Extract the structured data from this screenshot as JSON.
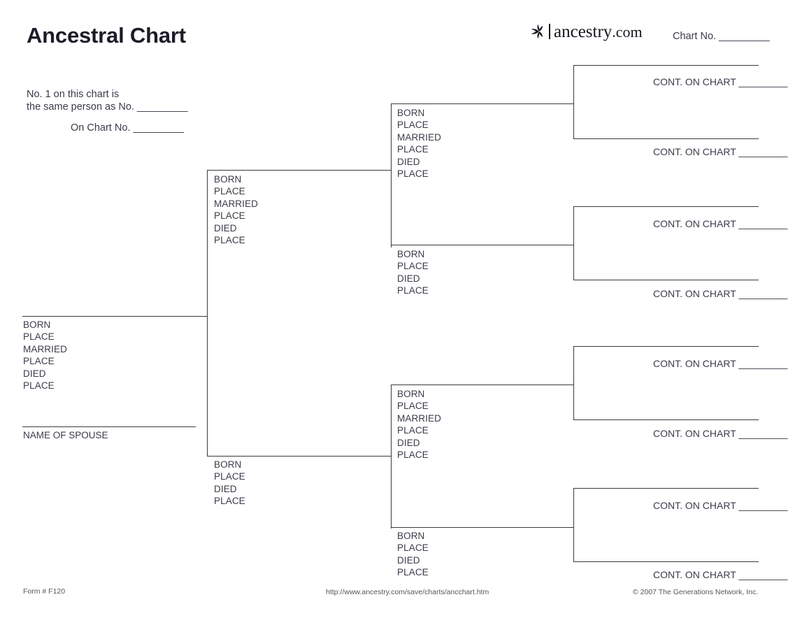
{
  "header": {
    "title": "Ancestral Chart",
    "brand_name": "ancestry",
    "brand_tld": ".com",
    "brand_icon": "ancestry-leaf-icon",
    "chart_no_label": "Chart No. _________"
  },
  "notes": {
    "line1": "No. 1 on this chart is",
    "line2": "the same person as No. _________",
    "line3": "On Chart No. _________"
  },
  "labels": {
    "born": "BORN",
    "place": "PLACE",
    "married": "MARRIED",
    "died": "DIED",
    "spouse": "NAME OF SPOUSE",
    "cont_on_chart": "CONT. ON CHART _________"
  },
  "person_1": {
    "fields": [
      "BORN",
      "PLACE",
      "MARRIED",
      "PLACE",
      "DIED",
      "PLACE"
    ],
    "spouse_label": "NAME OF SPOUSE"
  },
  "generation_2": [
    {
      "position": "father",
      "fields": [
        "BORN",
        "PLACE",
        "MARRIED",
        "PLACE",
        "DIED",
        "PLACE"
      ]
    },
    {
      "position": "mother",
      "fields": [
        "BORN",
        "PLACE",
        "DIED",
        "PLACE"
      ]
    }
  ],
  "generation_3": [
    {
      "position": "paternal-grandfather",
      "fields": [
        "BORN",
        "PLACE",
        "MARRIED",
        "PLACE",
        "DIED",
        "PLACE"
      ]
    },
    {
      "position": "paternal-grandmother",
      "fields": [
        "BORN",
        "PLACE",
        "DIED",
        "PLACE"
      ]
    },
    {
      "position": "maternal-grandfather",
      "fields": [
        "BORN",
        "PLACE",
        "MARRIED",
        "PLACE",
        "DIED",
        "PLACE"
      ]
    },
    {
      "position": "maternal-grandmother",
      "fields": [
        "BORN",
        "PLACE",
        "DIED",
        "PLACE"
      ]
    }
  ],
  "generation_4": [
    {
      "position": "great-grandparent-1",
      "cont": "CONT. ON CHART _________"
    },
    {
      "position": "great-grandparent-2",
      "cont": "CONT. ON CHART _________"
    },
    {
      "position": "great-grandparent-3",
      "cont": "CONT. ON CHART _________"
    },
    {
      "position": "great-grandparent-4",
      "cont": "CONT. ON CHART _________"
    },
    {
      "position": "great-grandparent-5",
      "cont": "CONT. ON CHART _________"
    },
    {
      "position": "great-grandparent-6",
      "cont": "CONT. ON CHART _________"
    },
    {
      "position": "great-grandparent-7",
      "cont": "CONT. ON CHART _________"
    },
    {
      "position": "great-grandparent-8",
      "cont": "CONT. ON CHART _________"
    }
  ],
  "footer": {
    "form": "Form # F120",
    "url": "http://www.ancestry.com/save/charts/ancchart.htm",
    "copyright": "© 2007 The Generations Network, Inc."
  },
  "colors": {
    "ink": "#3b3b4a",
    "title": "#1c1c28",
    "rule": "#3a3a3a",
    "footer": "#55555f",
    "page": "#ffffff"
  }
}
